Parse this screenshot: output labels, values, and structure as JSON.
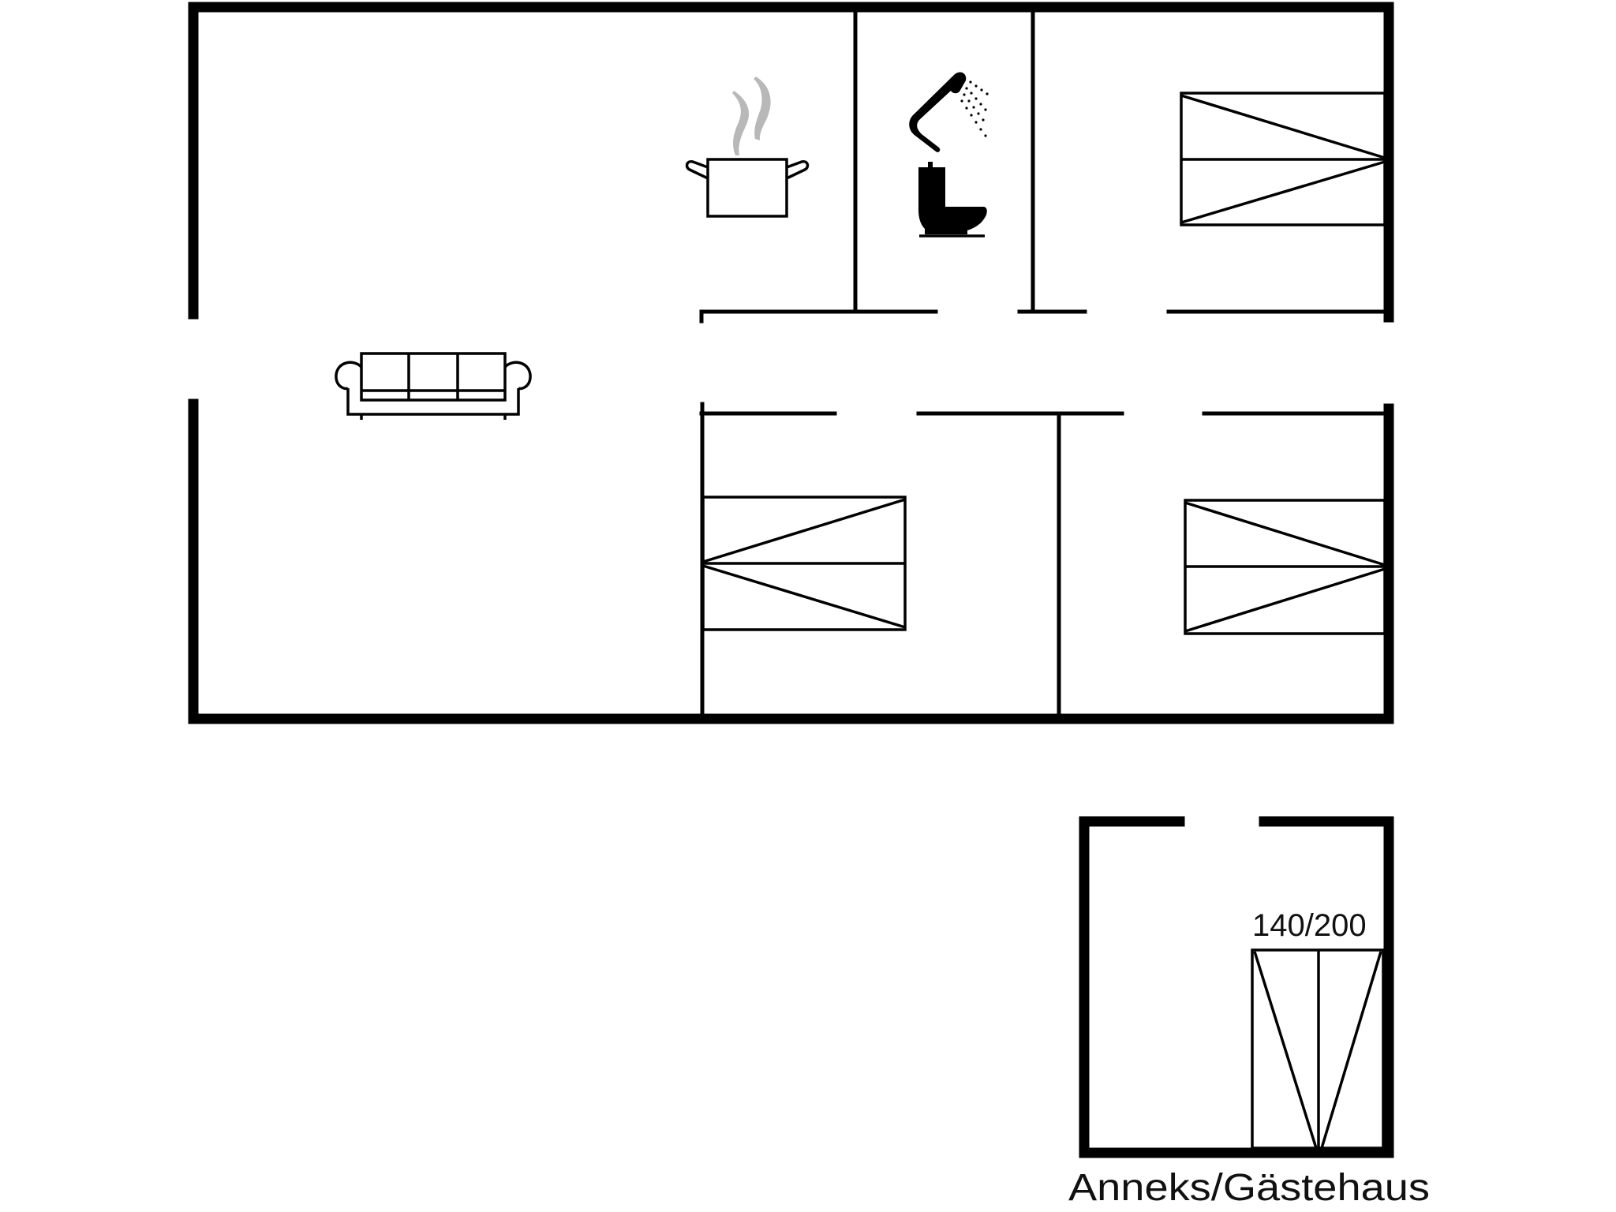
{
  "plan": {
    "type": "floor-plan",
    "rooms": [
      {
        "id": "living",
        "name": "living-room",
        "furniture": [
          "sofa"
        ]
      },
      {
        "id": "kitchen",
        "name": "kitchen",
        "furniture": [
          "cooking-pot"
        ]
      },
      {
        "id": "bathroom",
        "name": "bathroom",
        "furniture": [
          "shower",
          "toilet"
        ]
      },
      {
        "id": "bedroom-1",
        "name": "bedroom-top-right",
        "furniture": [
          "bed"
        ]
      },
      {
        "id": "bedroom-2",
        "name": "bedroom-bottom-middle",
        "furniture": [
          "bed"
        ]
      },
      {
        "id": "bedroom-3",
        "name": "bedroom-bottom-right",
        "furniture": [
          "bed"
        ]
      },
      {
        "id": "annex",
        "name": "annex-guesthouse",
        "furniture": [
          "double-bed"
        ]
      }
    ],
    "icons": [
      "sofa-icon",
      "cooking-pot-icon",
      "steam-icon",
      "shower-icon",
      "toilet-icon",
      "bed-icon",
      "double-bed-icon"
    ],
    "colors": {
      "walls": "#000000",
      "steam": "#b8b8b8",
      "background": "#ffffff"
    }
  },
  "annex": {
    "bed_size_label": "140/200",
    "title": "Anneks/Gästehaus"
  }
}
